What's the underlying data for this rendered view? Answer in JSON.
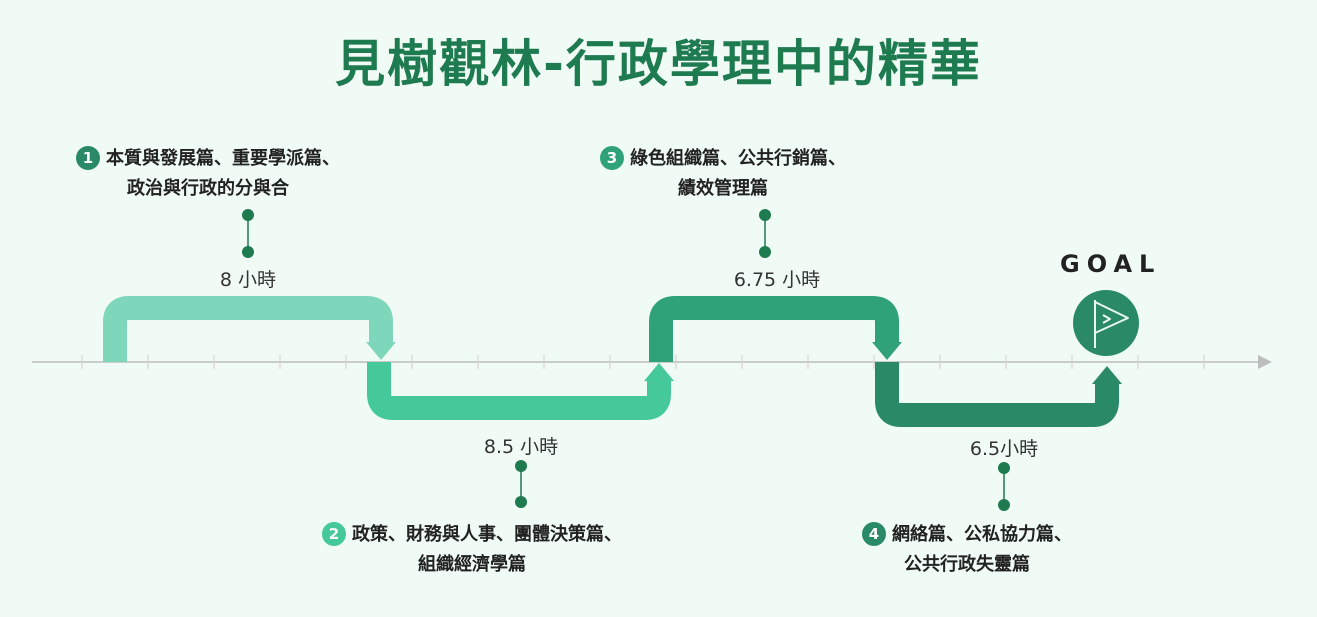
{
  "title": "見樹觀林-行政學理中的精華",
  "goal_label": "GOAL",
  "colors": {
    "background": "#f1fbf6",
    "title": "#1e7a4f",
    "segment1": "#7fd7bb",
    "segment2": "#45c89a",
    "segment3": "#2fa27a",
    "segment4": "#2a8a68",
    "goal": "#2a8a68"
  },
  "stages": [
    {
      "number": "1",
      "topics_line1": "本質與發展篇、重要學派篇、",
      "topics_line2": "政治與行政的分與合",
      "hours": "8 小時"
    },
    {
      "number": "2",
      "topics_line1": "政策、財務與人事、團體決策篇、",
      "topics_line2": "組織經濟學篇",
      "hours": "8.5 小時"
    },
    {
      "number": "3",
      "topics_line1": "綠色組織篇、公共行銷篇、",
      "topics_line2": "績效管理篇",
      "hours": "6.75 小時"
    },
    {
      "number": "4",
      "topics_line1": "網絡篇、公私協力篇、",
      "topics_line2": "公共行政失靈篇",
      "hours": "6.5小時"
    }
  ],
  "icons": {
    "goal": "flag-icon",
    "stage_number": "numbered-circle-icon"
  }
}
